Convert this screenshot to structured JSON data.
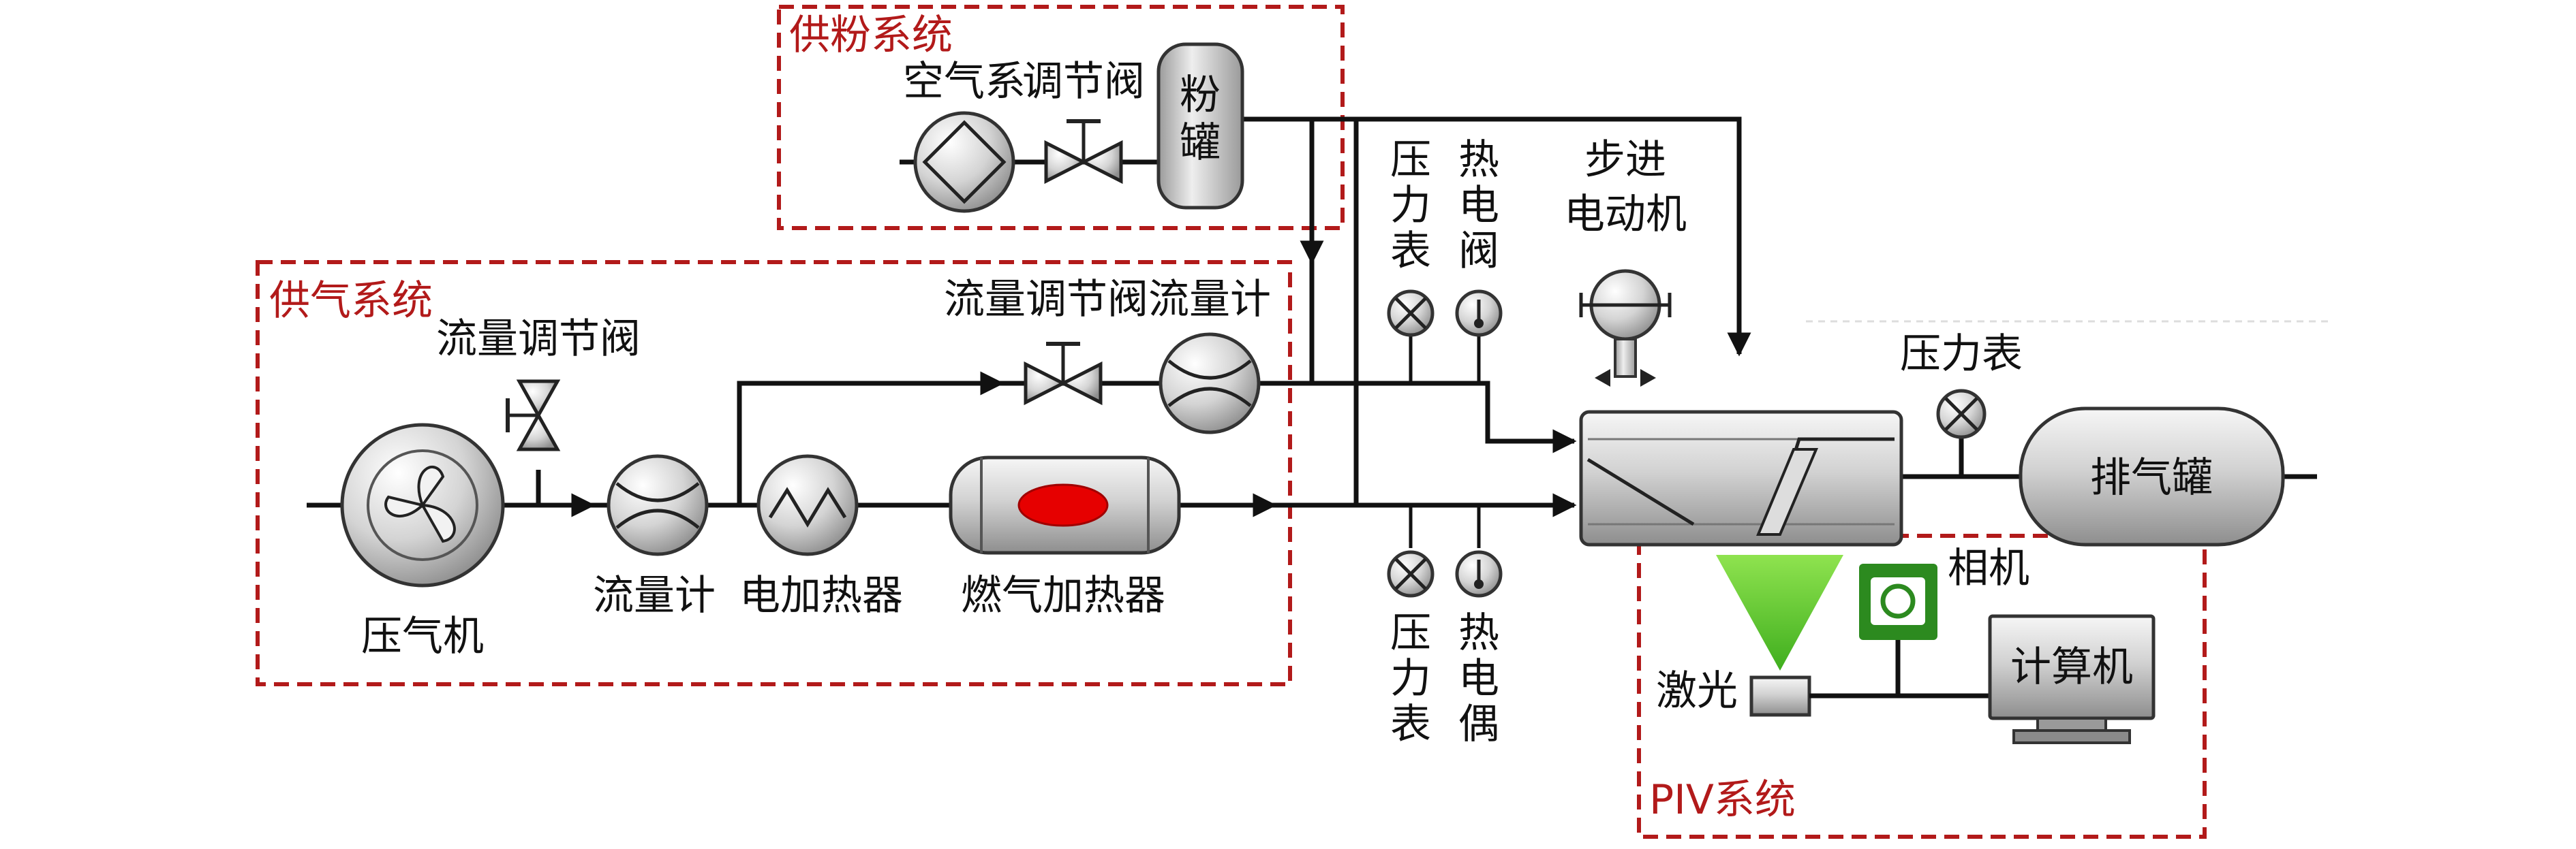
{
  "systems": {
    "powder": "供粉系统",
    "gas": "供气系统",
    "piv": "PIV系统"
  },
  "components": {
    "air_system": "空气系",
    "regulating_valve": "调节阀",
    "powder_tank": [
      "粉",
      "罐"
    ],
    "pressure_gauge_top": [
      "压",
      "力",
      "表"
    ],
    "thermo_valve": [
      "热",
      "电",
      "阀"
    ],
    "stepper_motor": [
      "步进",
      "电动机"
    ],
    "flow_regulating_valve_1": "流量调节阀",
    "flow_regulating_valve_2": "流量调节阀",
    "flow_meter_top": "流量计",
    "pressure_gauge_right": "压力表",
    "compressor": "压气机",
    "flow_meter": "流量计",
    "electric_heater": "电加热器",
    "gas_heater": "燃气加热器",
    "exhaust_tank": "排气罐",
    "pressure_gauge_bottom": [
      "压",
      "力",
      "表"
    ],
    "thermocouple": [
      "热",
      "电",
      "偶"
    ],
    "camera": "相机",
    "laser": "激光",
    "computer": "计算机"
  },
  "colors": {
    "box_border": "#b21a1a",
    "pipe": "#111111",
    "equipment_fill": "#cfcfcf",
    "flame": "#e60000",
    "laser_sheet": "#6fd23a",
    "camera_chip": "#2c8a1f"
  }
}
